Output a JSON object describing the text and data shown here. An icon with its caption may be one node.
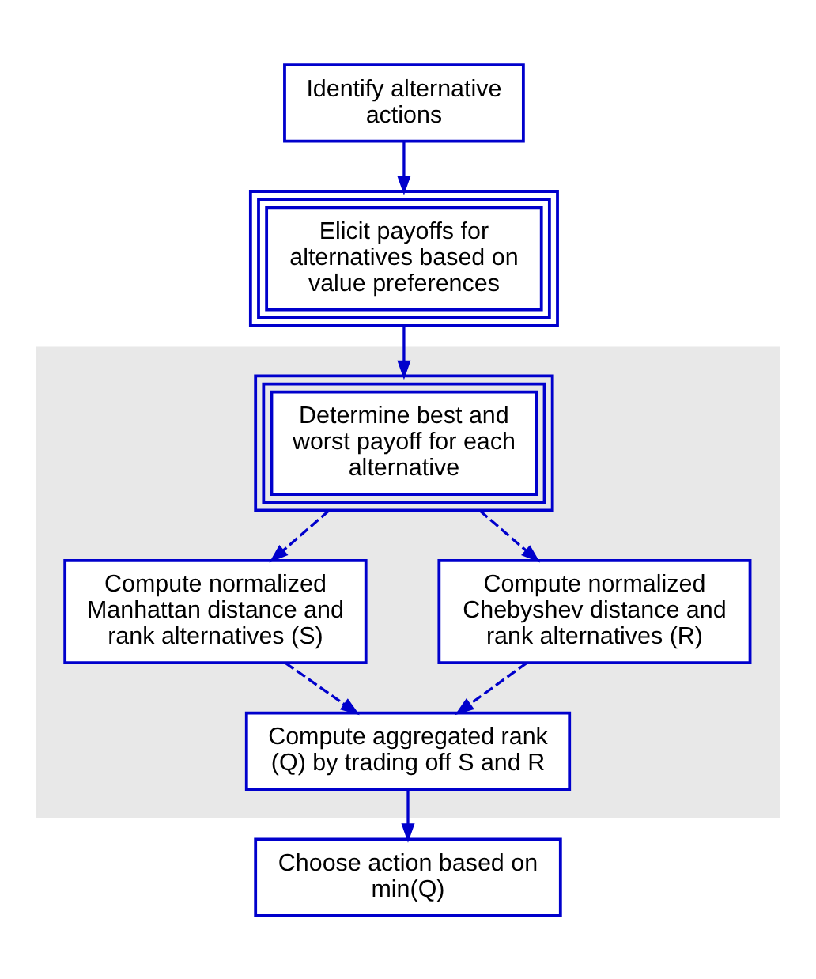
{
  "diagram": {
    "nodes": [
      {
        "text": [
          "Identify alternative actions"
        ]
      },
      {
        "text": [
          "Elicit payoffs for alternatives based on value preferences"
        ]
      },
      {
        "text": [],
        "shape": "box"
      },
      {
        "text": [
          "Determine best and worst payoff for each alternative"
        ],
        "in": 2
      },
      {
        "text": [
          "Compute normalized Manhattan distance and rank alternatives (S)"
        ],
        "in": 2
      },
      {
        "text": [
          "Compute normalized Chebyshev distance and rank alternatives (R)"
        ],
        "in": 2
      },
      {
        "text": [
          "Compute aggregated rank (Q) by trading off S and R"
        ],
        "in": 2
      },
      {
        "text": [
          "Choose action based on min(Q)"
        ]
      }
    ],
    "edges": [
      {
        "from": 0,
        "to": 1,
        "arrow": "to"
      },
      {
        "from": 1,
        "to": 3,
        "arrow": "to"
      },
      {
        "from": 3,
        "to": 4,
        "arrow": "to",
        "style": "dashed"
      },
      {
        "from": 3,
        "to": 5,
        "arrow": "to",
        "style": "dashed"
      },
      {
        "from": 4,
        "to": 6,
        "arrow": "to",
        "style": "dashed"
      },
      {
        "from": 5,
        "to": 6,
        "arrow": "to",
        "style": "dashed"
      },
      {
        "from": 6,
        "to": 7,
        "arrow": "to"
      }
    ]
  }
}
